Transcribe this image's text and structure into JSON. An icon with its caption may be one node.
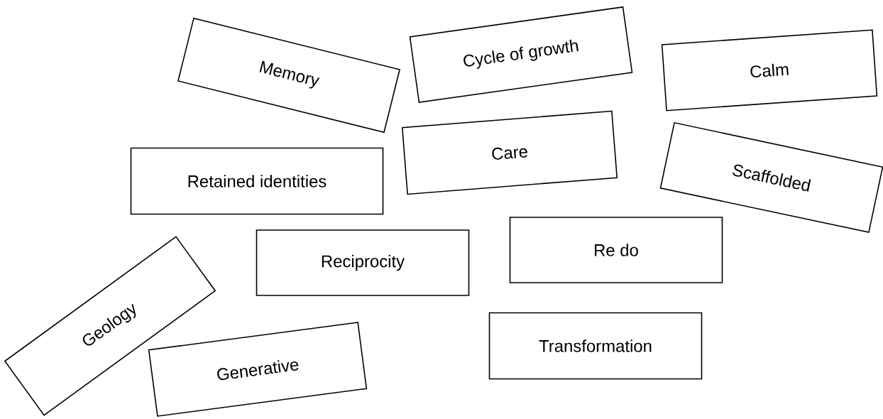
{
  "diagram": {
    "nodes": [
      {
        "text": [
          "Memory"
        ]
      },
      {
        "text": [
          "Cycle of growth"
        ]
      },
      {
        "text": [
          "Calm"
        ]
      },
      {
        "text": [
          "Care"
        ]
      },
      {
        "text": [
          "Retained identities"
        ]
      },
      {
        "text": [
          "Scaffolded"
        ]
      },
      {
        "text": [
          "Re do"
        ]
      },
      {
        "text": [
          "Reciprocity"
        ]
      },
      {
        "text": [
          "Geology"
        ]
      },
      {
        "text": [
          "Transformation"
        ]
      },
      {
        "text": [
          "Generative"
        ]
      }
    ]
  }
}
